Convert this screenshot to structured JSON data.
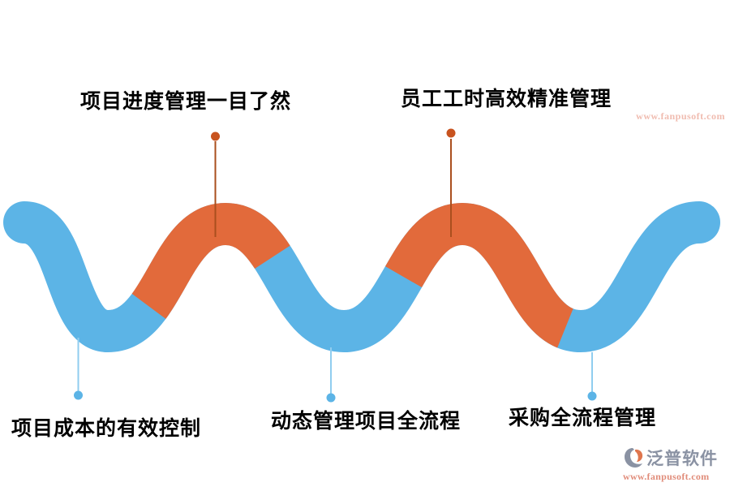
{
  "diagram": {
    "top_labels": [
      {
        "text": "项目进度管理一目了然"
      },
      {
        "text": "员工工时高效精准管理"
      }
    ],
    "bottom_labels": [
      {
        "text": "项目成本的有效控制"
      },
      {
        "text": "动态管理项目全流程"
      },
      {
        "text": "采购全流程管理"
      }
    ]
  },
  "watermark": {
    "text": "www.fanpusoft.com"
  },
  "logo": {
    "name": "泛普软件",
    "url": "www.fanpusoft.com"
  },
  "colors": {
    "ribbon_blue": "#5cb4e6",
    "ribbon_orange": "#e26a3b",
    "top_dot": "#c8531f",
    "top_line": "#aa4f1e",
    "bottom_dot": "#5cb4e6",
    "bottom_line": "#90cdef",
    "label_text": "#000000",
    "watermark_text": "#f0bcb0",
    "logo_grey": "#8a92a3",
    "logo_orange": "#df764e",
    "logo_url_text": "#e18d7b"
  }
}
